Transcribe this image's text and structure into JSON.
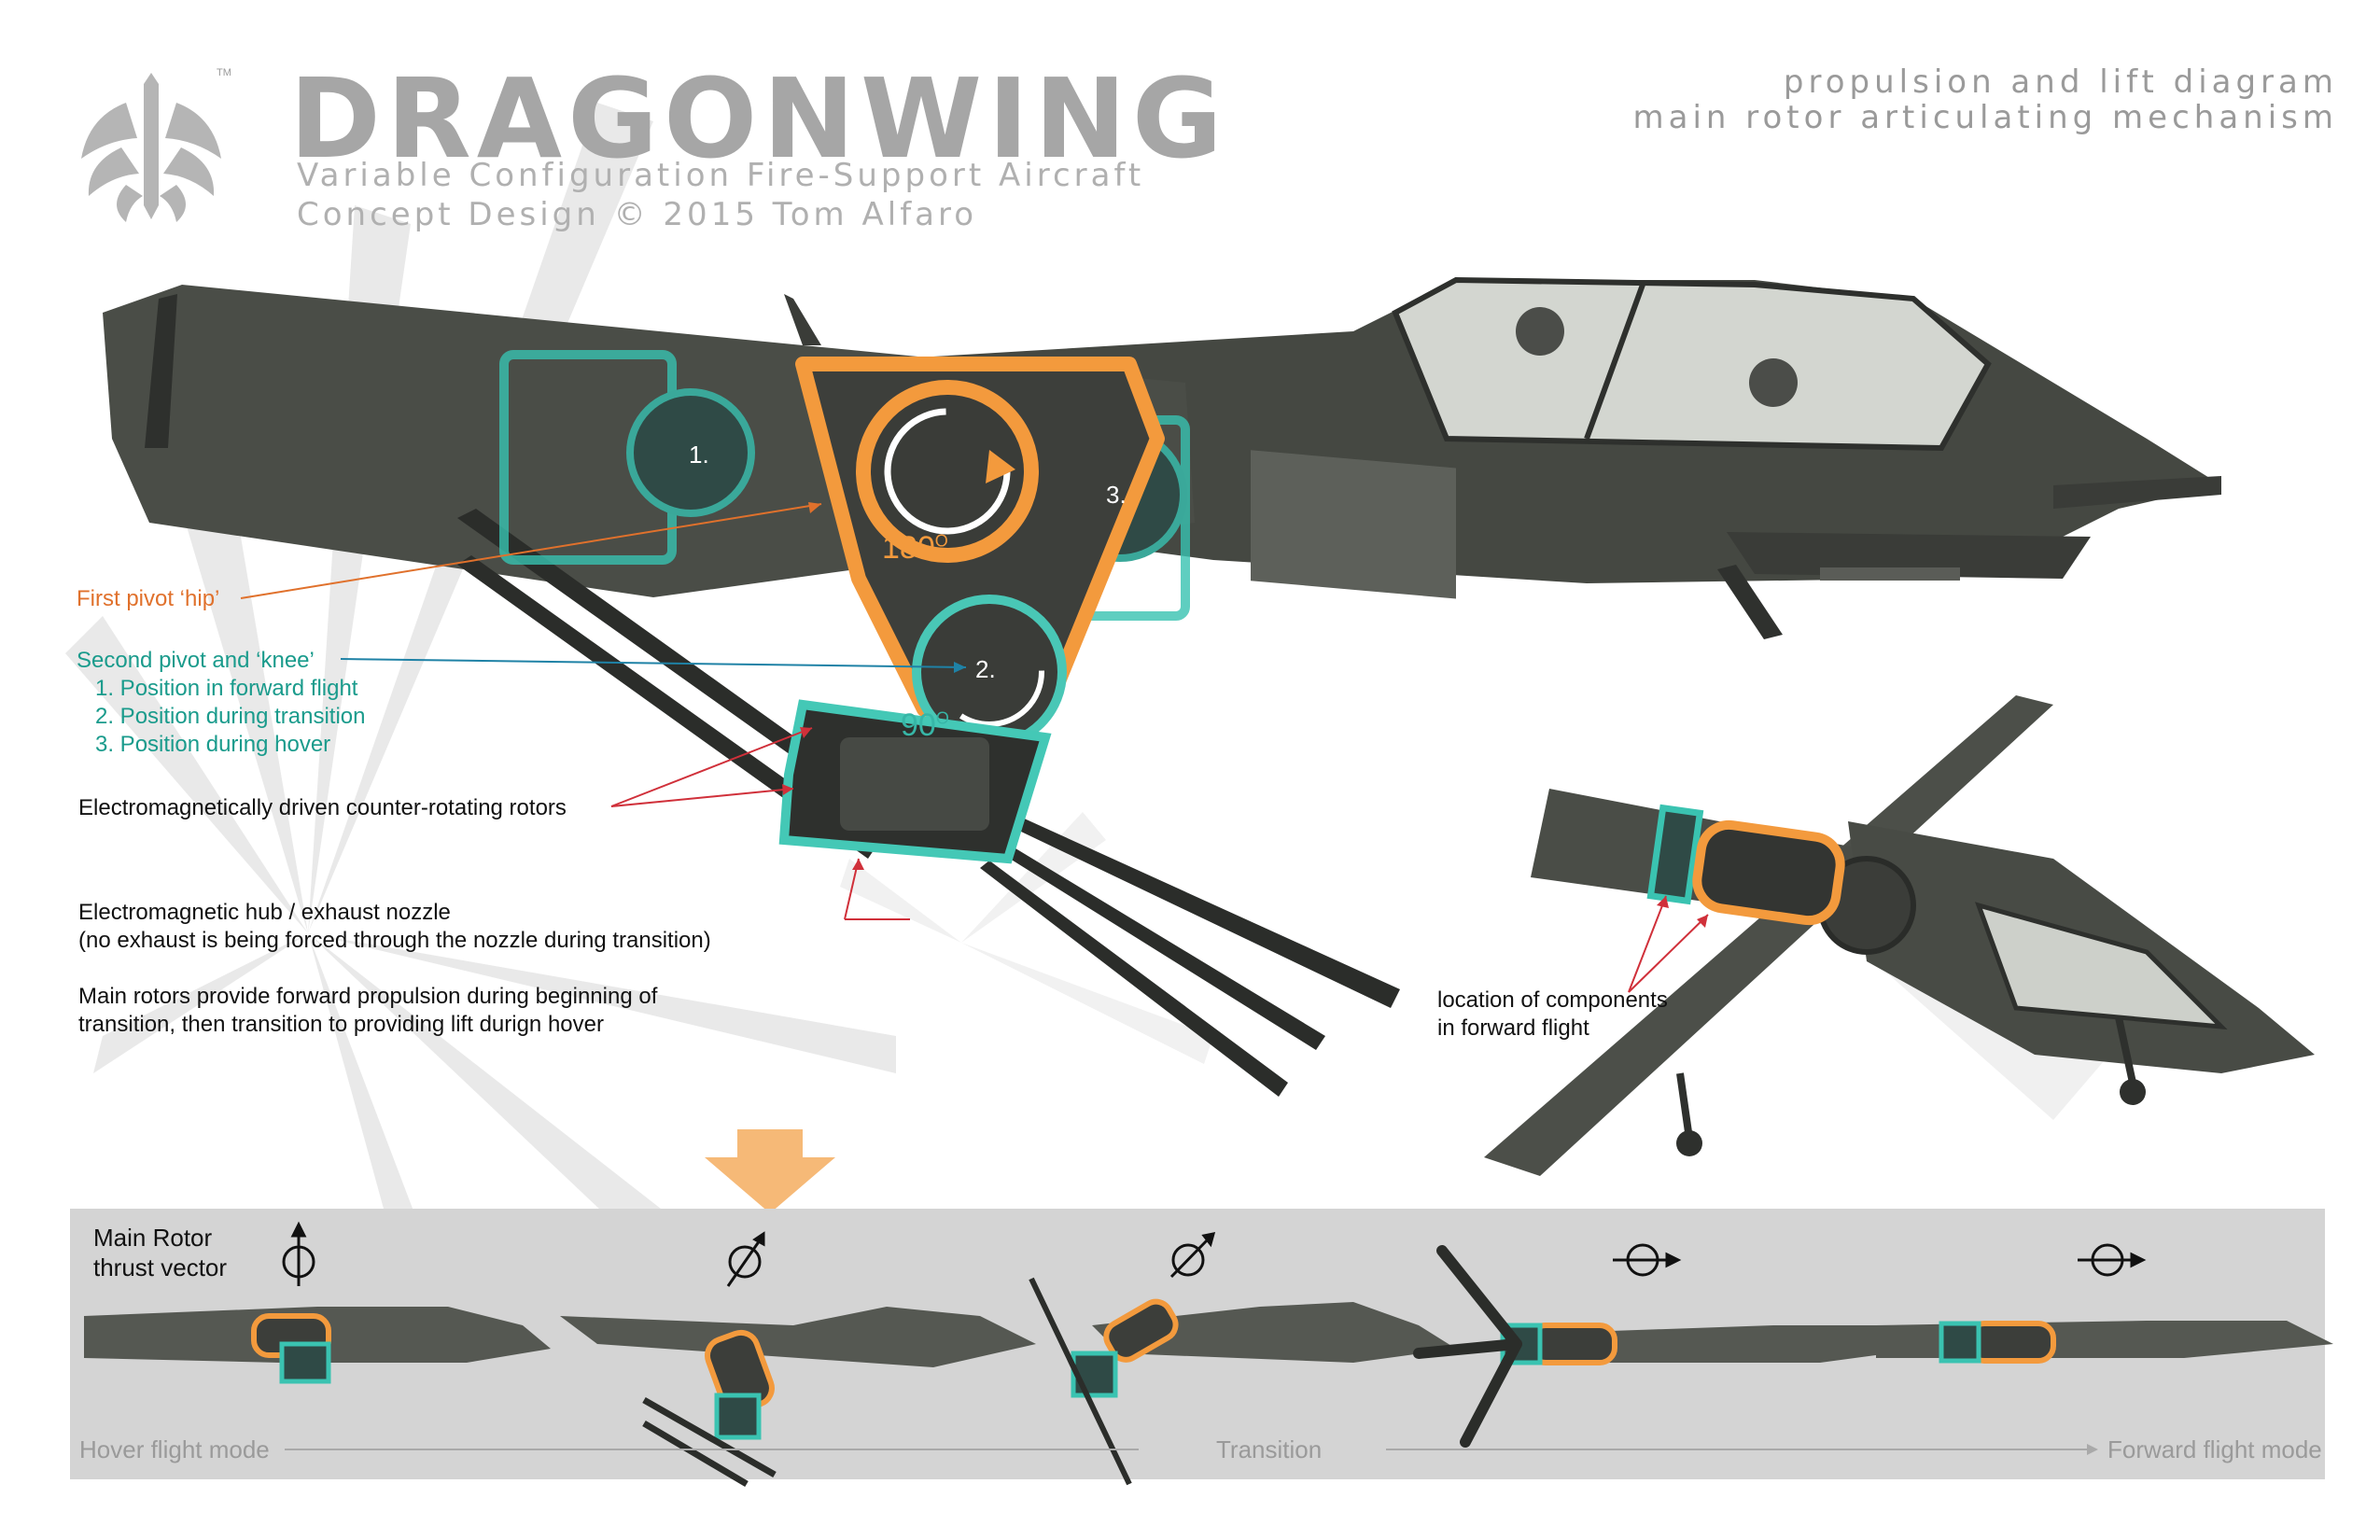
{
  "header": {
    "title": "DRAGONWING",
    "subtitle_line1": "Variable Configuration Fire-Support Aircraft",
    "subtitle_line2": "Concept Design  © 2015 Tom Alfaro",
    "logo_tm": "TM",
    "diagram_title_line1": "propulsion and lift diagram",
    "diagram_title_line2": "main rotor articulating mechanism"
  },
  "mechanism": {
    "position_1": "1.",
    "position_2": "2.",
    "position_3": "3.",
    "angle_hip": "180",
    "angle_knee": "90",
    "degree_mark": "O"
  },
  "annotations": {
    "first_pivot": "First pivot ‘hip’",
    "second_pivot": "Second pivot and ‘knee’",
    "positions": [
      "1. Position in forward flight",
      "2. Position during transition",
      "3. Position during hover"
    ],
    "rotors": "Electromagnetically driven counter-rotating rotors",
    "hub_line1": "Electromagnetic hub / exhaust nozzle",
    "hub_line2": "(no exhaust is being forced through the nozzle during transition)",
    "main_rotors_line1": "Main rotors provide forward propulsion during beginning of",
    "main_rotors_line2": "transition, then transition to providing lift durign hover",
    "location_line1": "location of components",
    "location_line2": "in forward flight"
  },
  "strip": {
    "thrust_label_line1": "Main Rotor",
    "thrust_label_line2": "thrust vector",
    "hover_label": "Hover flight mode",
    "transition_label": "Transition",
    "forward_label": "Forward flight mode"
  },
  "colors": {
    "orange": "#e0712c",
    "teal": "#1a9b8c",
    "arrow_orange": "#f6b977",
    "hull": "#3a3d38",
    "strip_bg": "#d4d4d4"
  }
}
